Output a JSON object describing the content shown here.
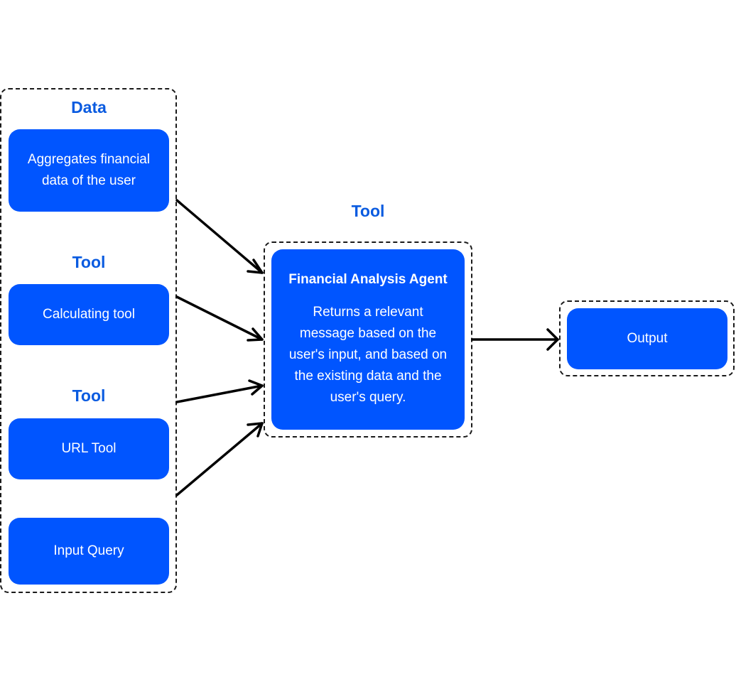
{
  "left_group": {
    "data_label": "Data",
    "aggregates_box": "Aggregates financial data of the user",
    "tool_label_1": "Tool",
    "calc_box": "Calculating tool",
    "tool_label_2": "Tool",
    "url_box": "URL Tool",
    "query_box": "Input Query"
  },
  "agent_group": {
    "tool_label": "Tool",
    "title": "Financial Analysis Agent",
    "description": "Returns a relevant message based on the user's input, and based on the existing data and the user's query."
  },
  "output_group": {
    "output_box": "Output"
  },
  "colors": {
    "box_fill": "#0055ff",
    "label_text": "#0a5be0",
    "arrow": "#000000"
  }
}
